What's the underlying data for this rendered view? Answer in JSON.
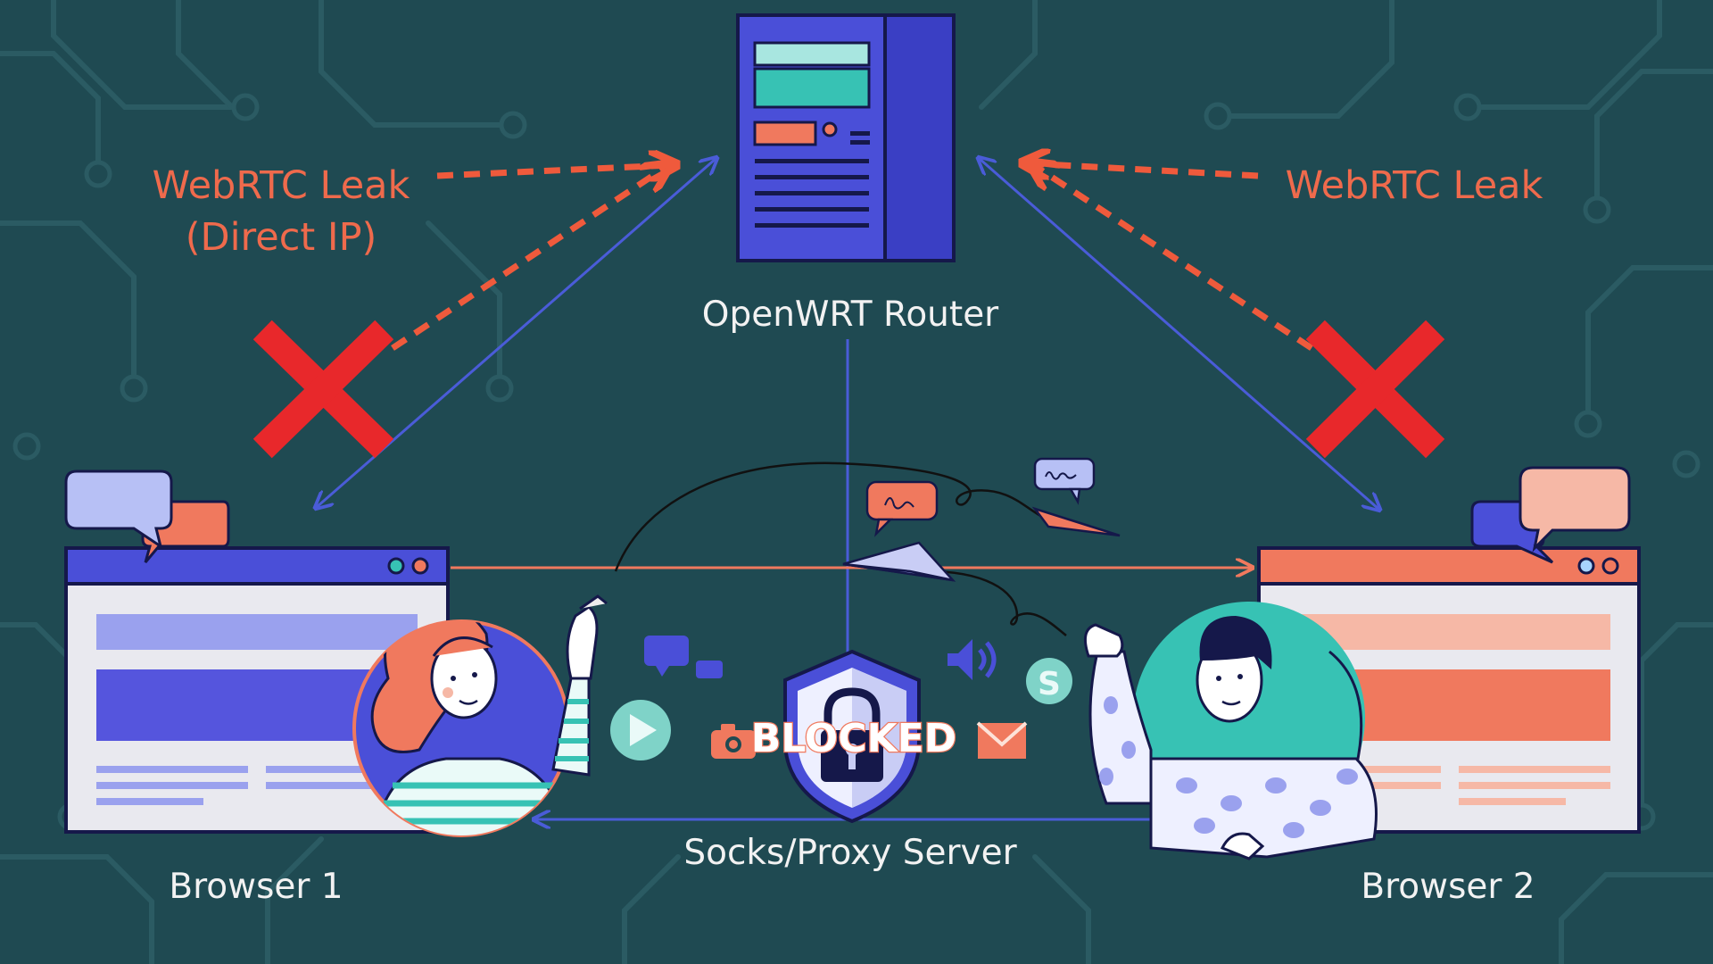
{
  "diagram": {
    "leak_left_line1": "WebRTC Leak",
    "leak_left_line2": "(Direct IP)",
    "leak_right": "WebRTC Leak",
    "router_label": "OpenWRT Router",
    "blocked_label": "BLOCKED",
    "proxy_label": "Socks/Proxy Server",
    "browser1_label": "Browser 1",
    "browser2_label": "Browser 2"
  },
  "colors": {
    "background": "#1f4a52",
    "circuit": "#2b5b63",
    "leak_red": "#ef5a3c",
    "x_red": "#e8282b",
    "router_blue": "#4a4fd8",
    "browser1_blue": "#5555dd",
    "browser2_orange": "#f0795e",
    "teal": "#37c2b4",
    "label_white": "#f2f2f2"
  }
}
